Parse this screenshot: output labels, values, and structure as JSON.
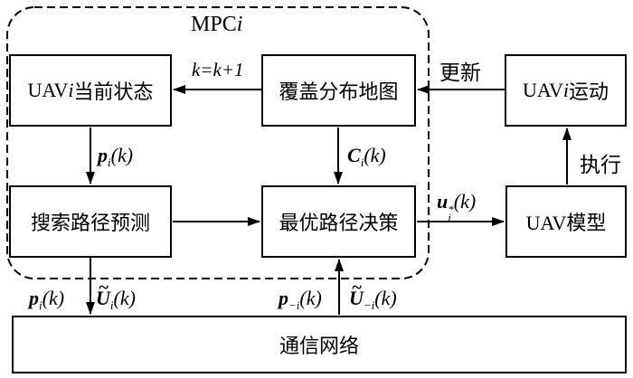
{
  "mpc_region": {
    "prefix": "MPC",
    "i": "i"
  },
  "boxes": {
    "uav_state": {
      "prefix": "UAV",
      "i": "i",
      "suffix": "当前状态"
    },
    "coverage_map": {
      "text": "覆盖分布地图"
    },
    "uav_motion": {
      "prefix": "UAV",
      "i": "i",
      "suffix": "运动"
    },
    "search_path": {
      "text": "搜索路径预测"
    },
    "optimal_path": {
      "text": "最优路径决策"
    },
    "uav_model": {
      "text": "UAV模型"
    },
    "comm_network": {
      "text": "通信网络"
    }
  },
  "arrow_labels": {
    "k_update": "k=k+1",
    "update": "更新",
    "execute": "执行",
    "p_i_top": {
      "base": "p",
      "sub": "i",
      "arg": "(k)"
    },
    "C_i": {
      "base": "C",
      "sub": "i",
      "arg": "(k)"
    },
    "u_i_star": {
      "base": "u",
      "sup": "*",
      "sub": "i",
      "arg": "(k)"
    },
    "p_i_bottom": {
      "base": "p",
      "sub": "i",
      "arg": "(k)"
    },
    "U_i": {
      "tilde": "~",
      "base": "U",
      "sub": "i",
      "arg": "(k)"
    },
    "p_minus_i": {
      "base": "p",
      "sub": "−i",
      "arg": "(k)"
    },
    "U_minus_i": {
      "tilde": "~",
      "base": "U",
      "sub": "−i",
      "arg": "(k)"
    }
  },
  "colors": {
    "line": "#000000",
    "background": "#ffffff"
  }
}
